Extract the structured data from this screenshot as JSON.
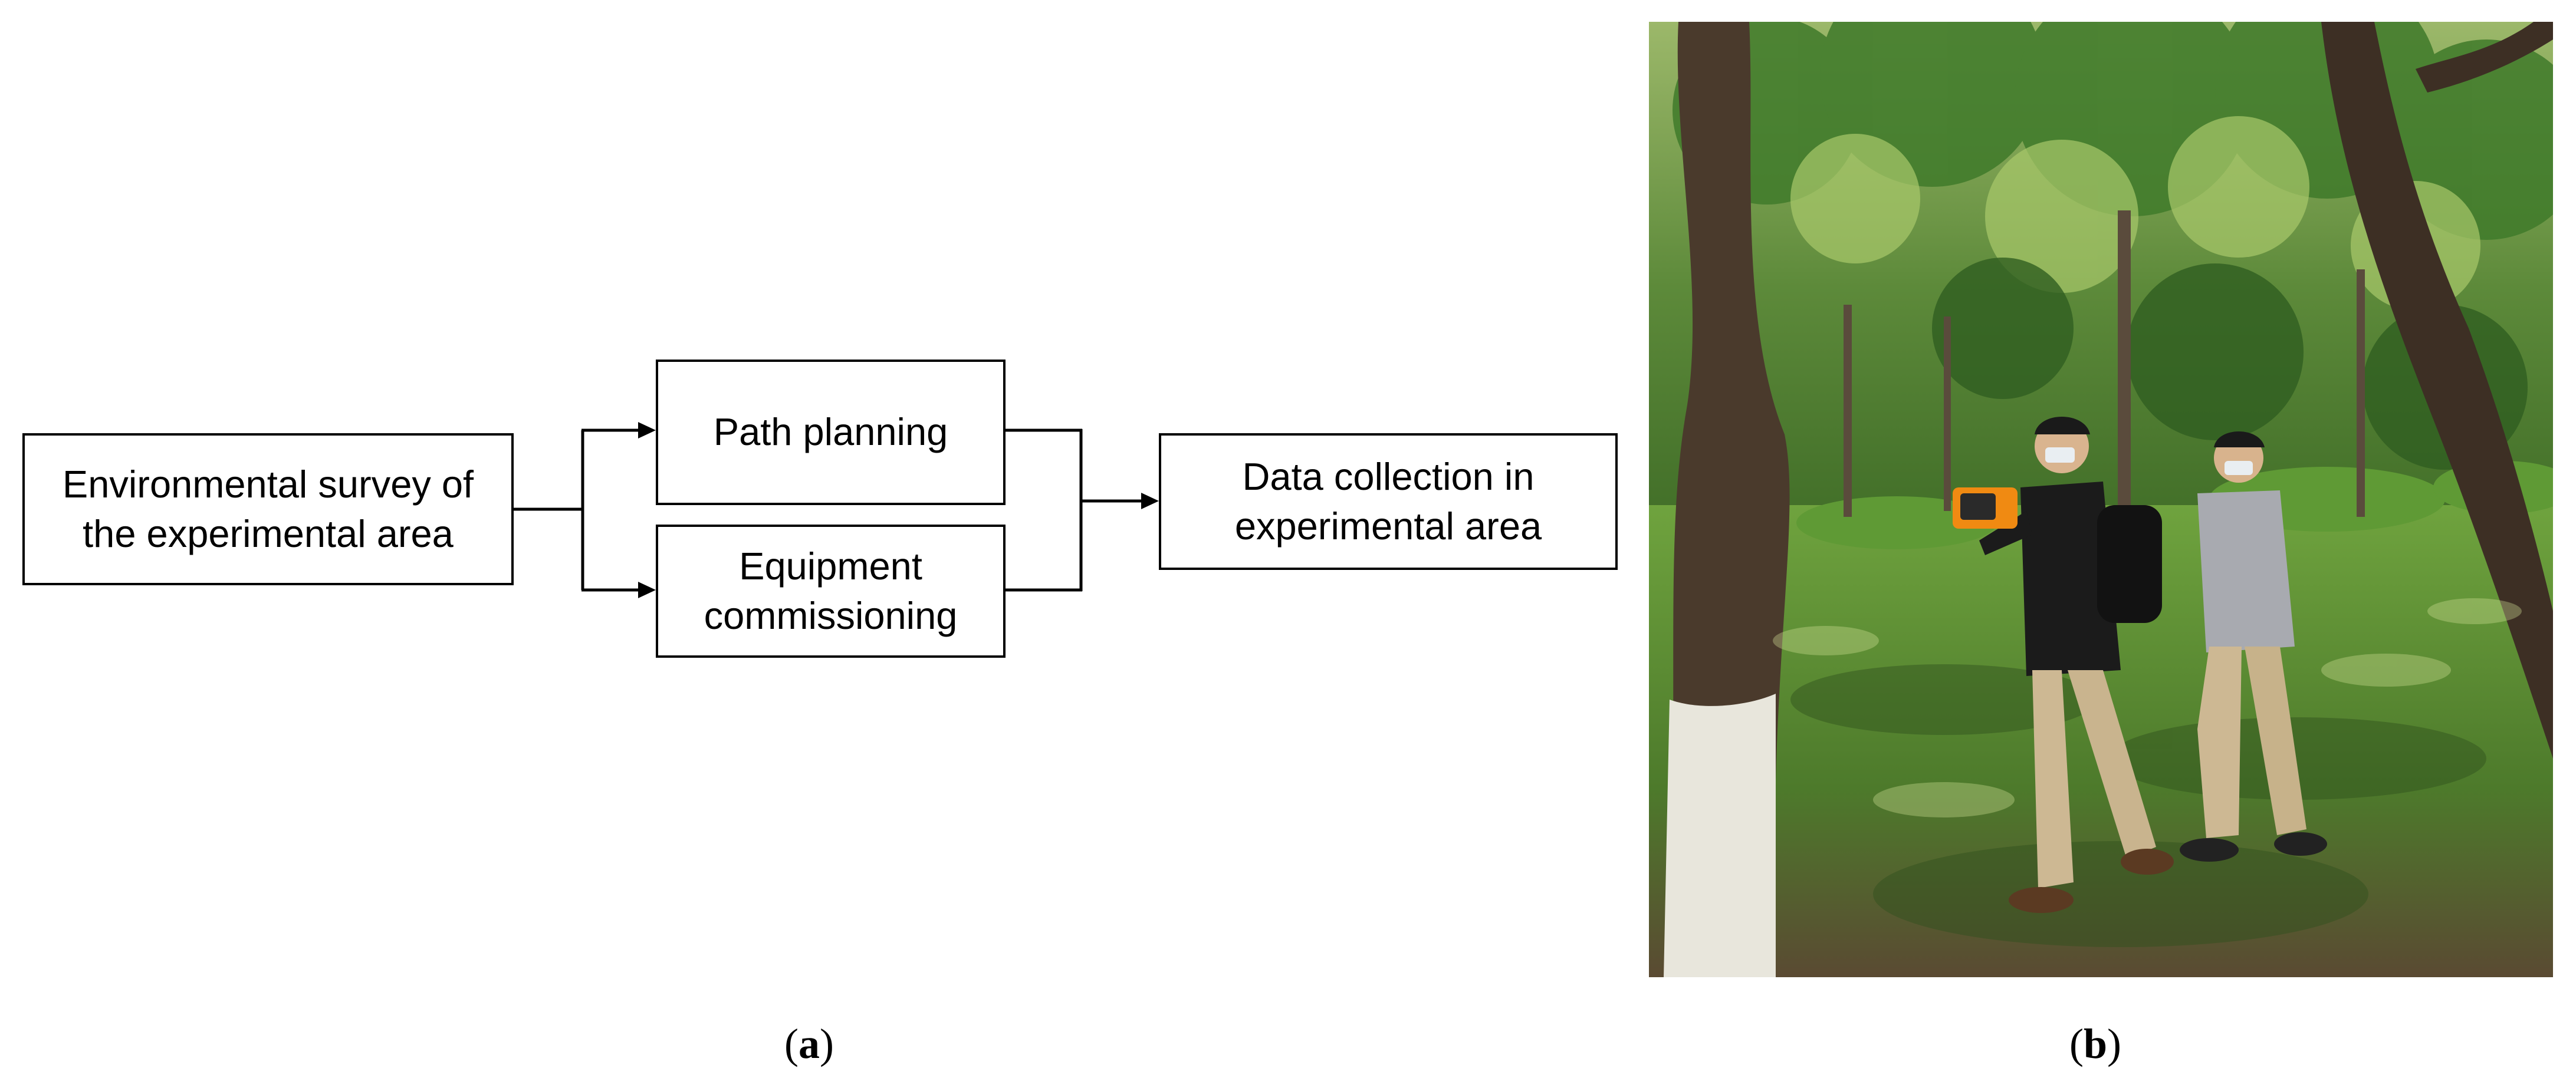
{
  "diagram": {
    "nodes": {
      "survey": "Environmental survey of\nthe experimental area",
      "path_planning": "Path planning",
      "equipment": "Equipment\ncommissioning",
      "data_collection": "Data collection in\nexperimental area"
    },
    "edges": [
      {
        "from": "survey",
        "to": "path_planning"
      },
      {
        "from": "survey",
        "to": "equipment"
      },
      {
        "from": "path_planning",
        "to": "data_collection"
      },
      {
        "from": "equipment",
        "to": "data_collection"
      }
    ]
  },
  "panels": {
    "a": "a",
    "b": "b"
  },
  "photo": {
    "subject": "two people walking in a park with trees, one holding a handheld scanner"
  }
}
